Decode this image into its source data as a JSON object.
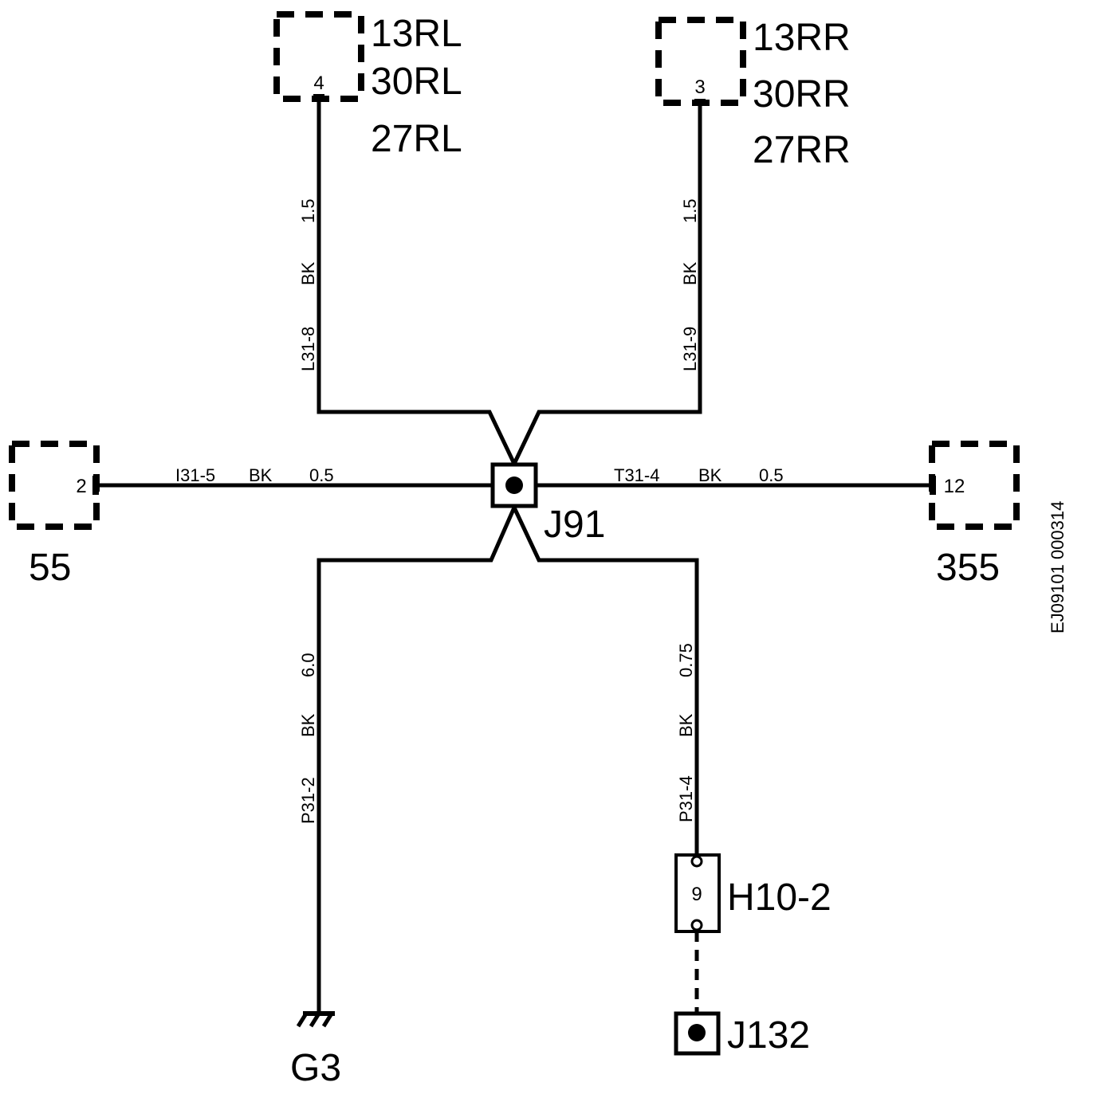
{
  "components": {
    "rl": {
      "lines": [
        "13RL",
        "30RL",
        "27RL"
      ],
      "pin": "4"
    },
    "rr": {
      "lines": [
        "13RR",
        "30RR",
        "27RR"
      ],
      "pin": "3"
    },
    "left": {
      "label": "55",
      "pin": "2"
    },
    "right": {
      "label": "355",
      "pin": "12"
    },
    "splice_main": {
      "label": "J91"
    },
    "connector_h": {
      "label": "H10-2",
      "pin": "9"
    },
    "splice_bottom": {
      "label": "J132"
    },
    "ground": {
      "label": "G3"
    }
  },
  "wires": {
    "rl": {
      "id": "L31-8",
      "color": "BK",
      "size": "1.5"
    },
    "rr": {
      "id": "L31-9",
      "color": "BK",
      "size": "1.5"
    },
    "left": {
      "id": "I31-5",
      "color": "BK",
      "size": "0.5"
    },
    "right": {
      "id": "T31-4",
      "color": "BK",
      "size": "0.5"
    },
    "ground": {
      "id": "P31-2",
      "color": "BK",
      "size": "6.0"
    },
    "h10": {
      "id": "P31-4",
      "color": "BK",
      "size": "0.75"
    }
  },
  "doc_id": "EJ09101 000314"
}
